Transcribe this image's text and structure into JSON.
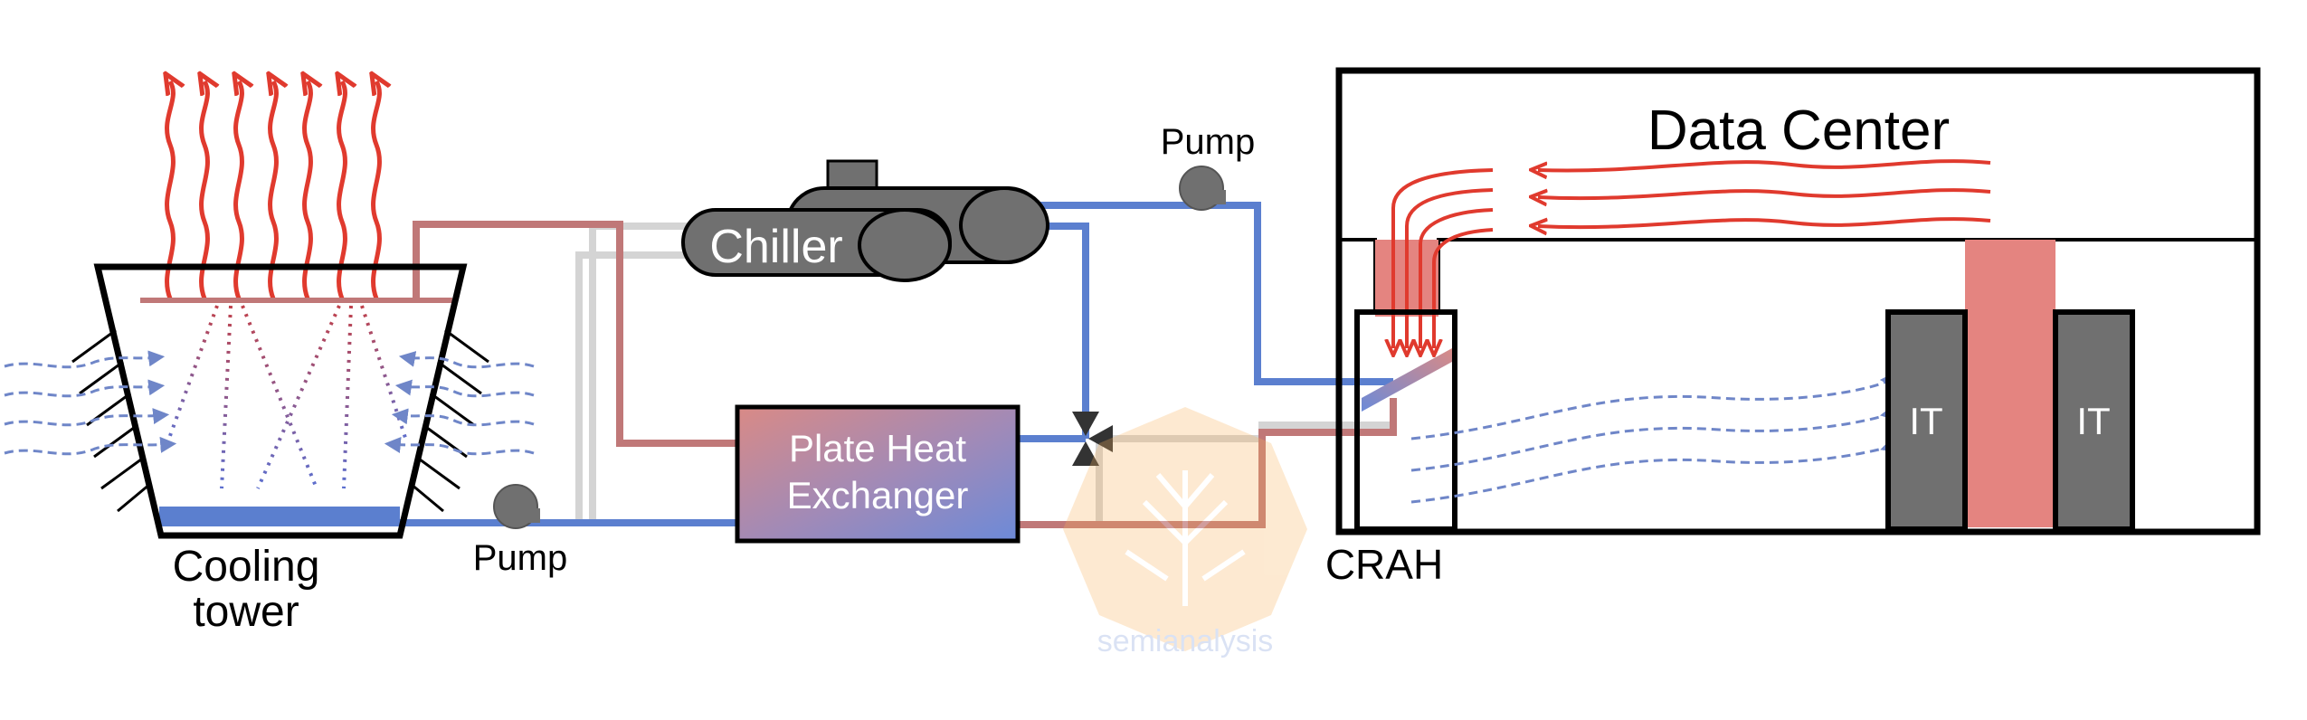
{
  "labels": {
    "data_center": "Data Center",
    "chiller": "Chiller",
    "pump_top": "Pump",
    "pump_bottom": "Pump",
    "plate_heat_exchanger_line1": "Plate Heat",
    "plate_heat_exchanger_line2": "Exchanger",
    "cooling_tower_line1": "Cooling",
    "cooling_tower_line2": "tower",
    "crah": "CRAH",
    "it_left": "IT",
    "it_right": "IT",
    "watermark": "semianalysis"
  },
  "colors": {
    "cold_water": "#5b7fcf",
    "warm_water": "#c07878",
    "hot_air": "#e03a2e",
    "cool_air": "#6f86c8",
    "hot_aisle": "#e48480",
    "equipment_gray": "#707070",
    "gray_pipe": "#d4d4d4"
  }
}
